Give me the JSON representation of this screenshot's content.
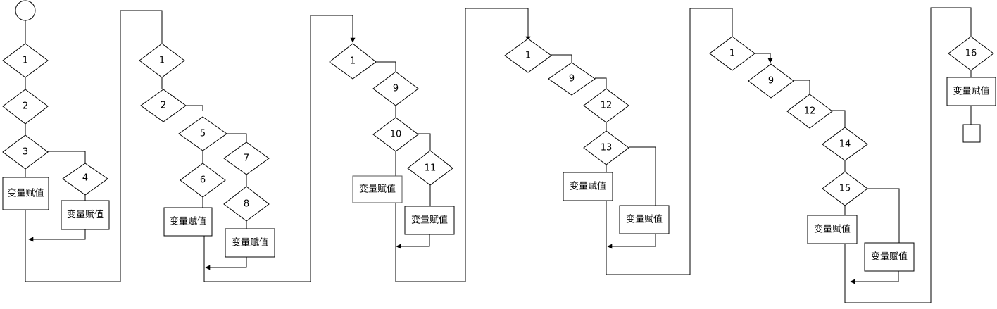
{
  "diagram": {
    "assign_label": "变量赋值",
    "decisions": {
      "d1": "1",
      "d2": "2",
      "d3": "3",
      "d4": "4",
      "d5": "1",
      "d6": "2",
      "d7": "5",
      "d8": "6",
      "d9": "7",
      "d10": "8",
      "d11": "1",
      "d12": "9",
      "d13": "10",
      "d14": "11",
      "d15": "1",
      "d16": "9",
      "d17": "12",
      "d18": "13",
      "d19": "1",
      "d20": "9",
      "d21": "12",
      "d22": "14",
      "d23": "15",
      "d24": "16"
    }
  }
}
